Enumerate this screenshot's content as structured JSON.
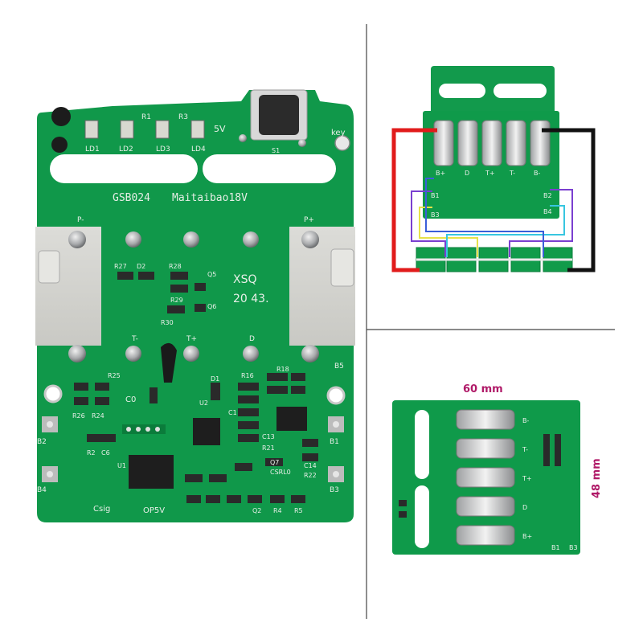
{
  "left_board": {
    "labels": {
      "model": "GSB024",
      "maker": "Maitaibao18V",
      "code1": "XSQ",
      "code2": "20 43.",
      "v5": "5V",
      "key": "key",
      "s1": "S1",
      "ld1": "LD1",
      "ld2": "LD2",
      "ld3": "LD3",
      "ld4": "LD4",
      "r1": "R1",
      "r3": "R3",
      "pminus": "P-",
      "pplus": "P+",
      "tminus": "T-",
      "tplus": "T+",
      "d": "D",
      "b5": "B5",
      "b2": "B2",
      "b1": "B1",
      "b4": "B4",
      "b3": "B3",
      "r27": "R27",
      "d2": "D2",
      "r28": "R28",
      "q5": "Q5",
      "r29": "R29",
      "q6": "Q6",
      "r30": "R30",
      "r25": "R25",
      "c0": "C0",
      "r26": "R26",
      "r24": "R24",
      "d1": "D1",
      "u2": "U2",
      "r16": "R16",
      "r18": "R18",
      "c1": "C1",
      "c13": "C13",
      "r21": "R21",
      "q7": "Q7",
      "csrl0": "CSRL0",
      "c14": "C14",
      "r22": "R22",
      "r2": "R2",
      "c6": "C6",
      "u1": "U1",
      "csig": "Csig",
      "op5v": "OP5V",
      "q2": "Q2",
      "r4": "R4",
      "r5": "R5"
    }
  },
  "top_right_board": {
    "labels": {
      "bplus": "B+",
      "d": "D",
      "tplus": "T+",
      "tminus": "T-",
      "bminus": "B-",
      "b1": "B1",
      "b2": "B2",
      "b3": "B3",
      "b4": "B4"
    },
    "wire_colors": {
      "red": "#e11b1b",
      "black": "#111111",
      "purple": "#7a3fd0",
      "yellow": "#e6e24a",
      "cyan": "#38c6e0",
      "blue": "#3a5fd8"
    }
  },
  "bottom_right_board": {
    "width_label": "60 mm",
    "height_label": "48 mm",
    "labels": {
      "bminus": "B-",
      "tminus": "T-",
      "tplus": "T+",
      "d": "D",
      "bplus": "B+",
      "b1": "B1",
      "b3": "B3"
    }
  },
  "colors": {
    "pcb": "#0f9a4a",
    "pcb_dark": "#0b7c3b",
    "divider": "#444444"
  }
}
